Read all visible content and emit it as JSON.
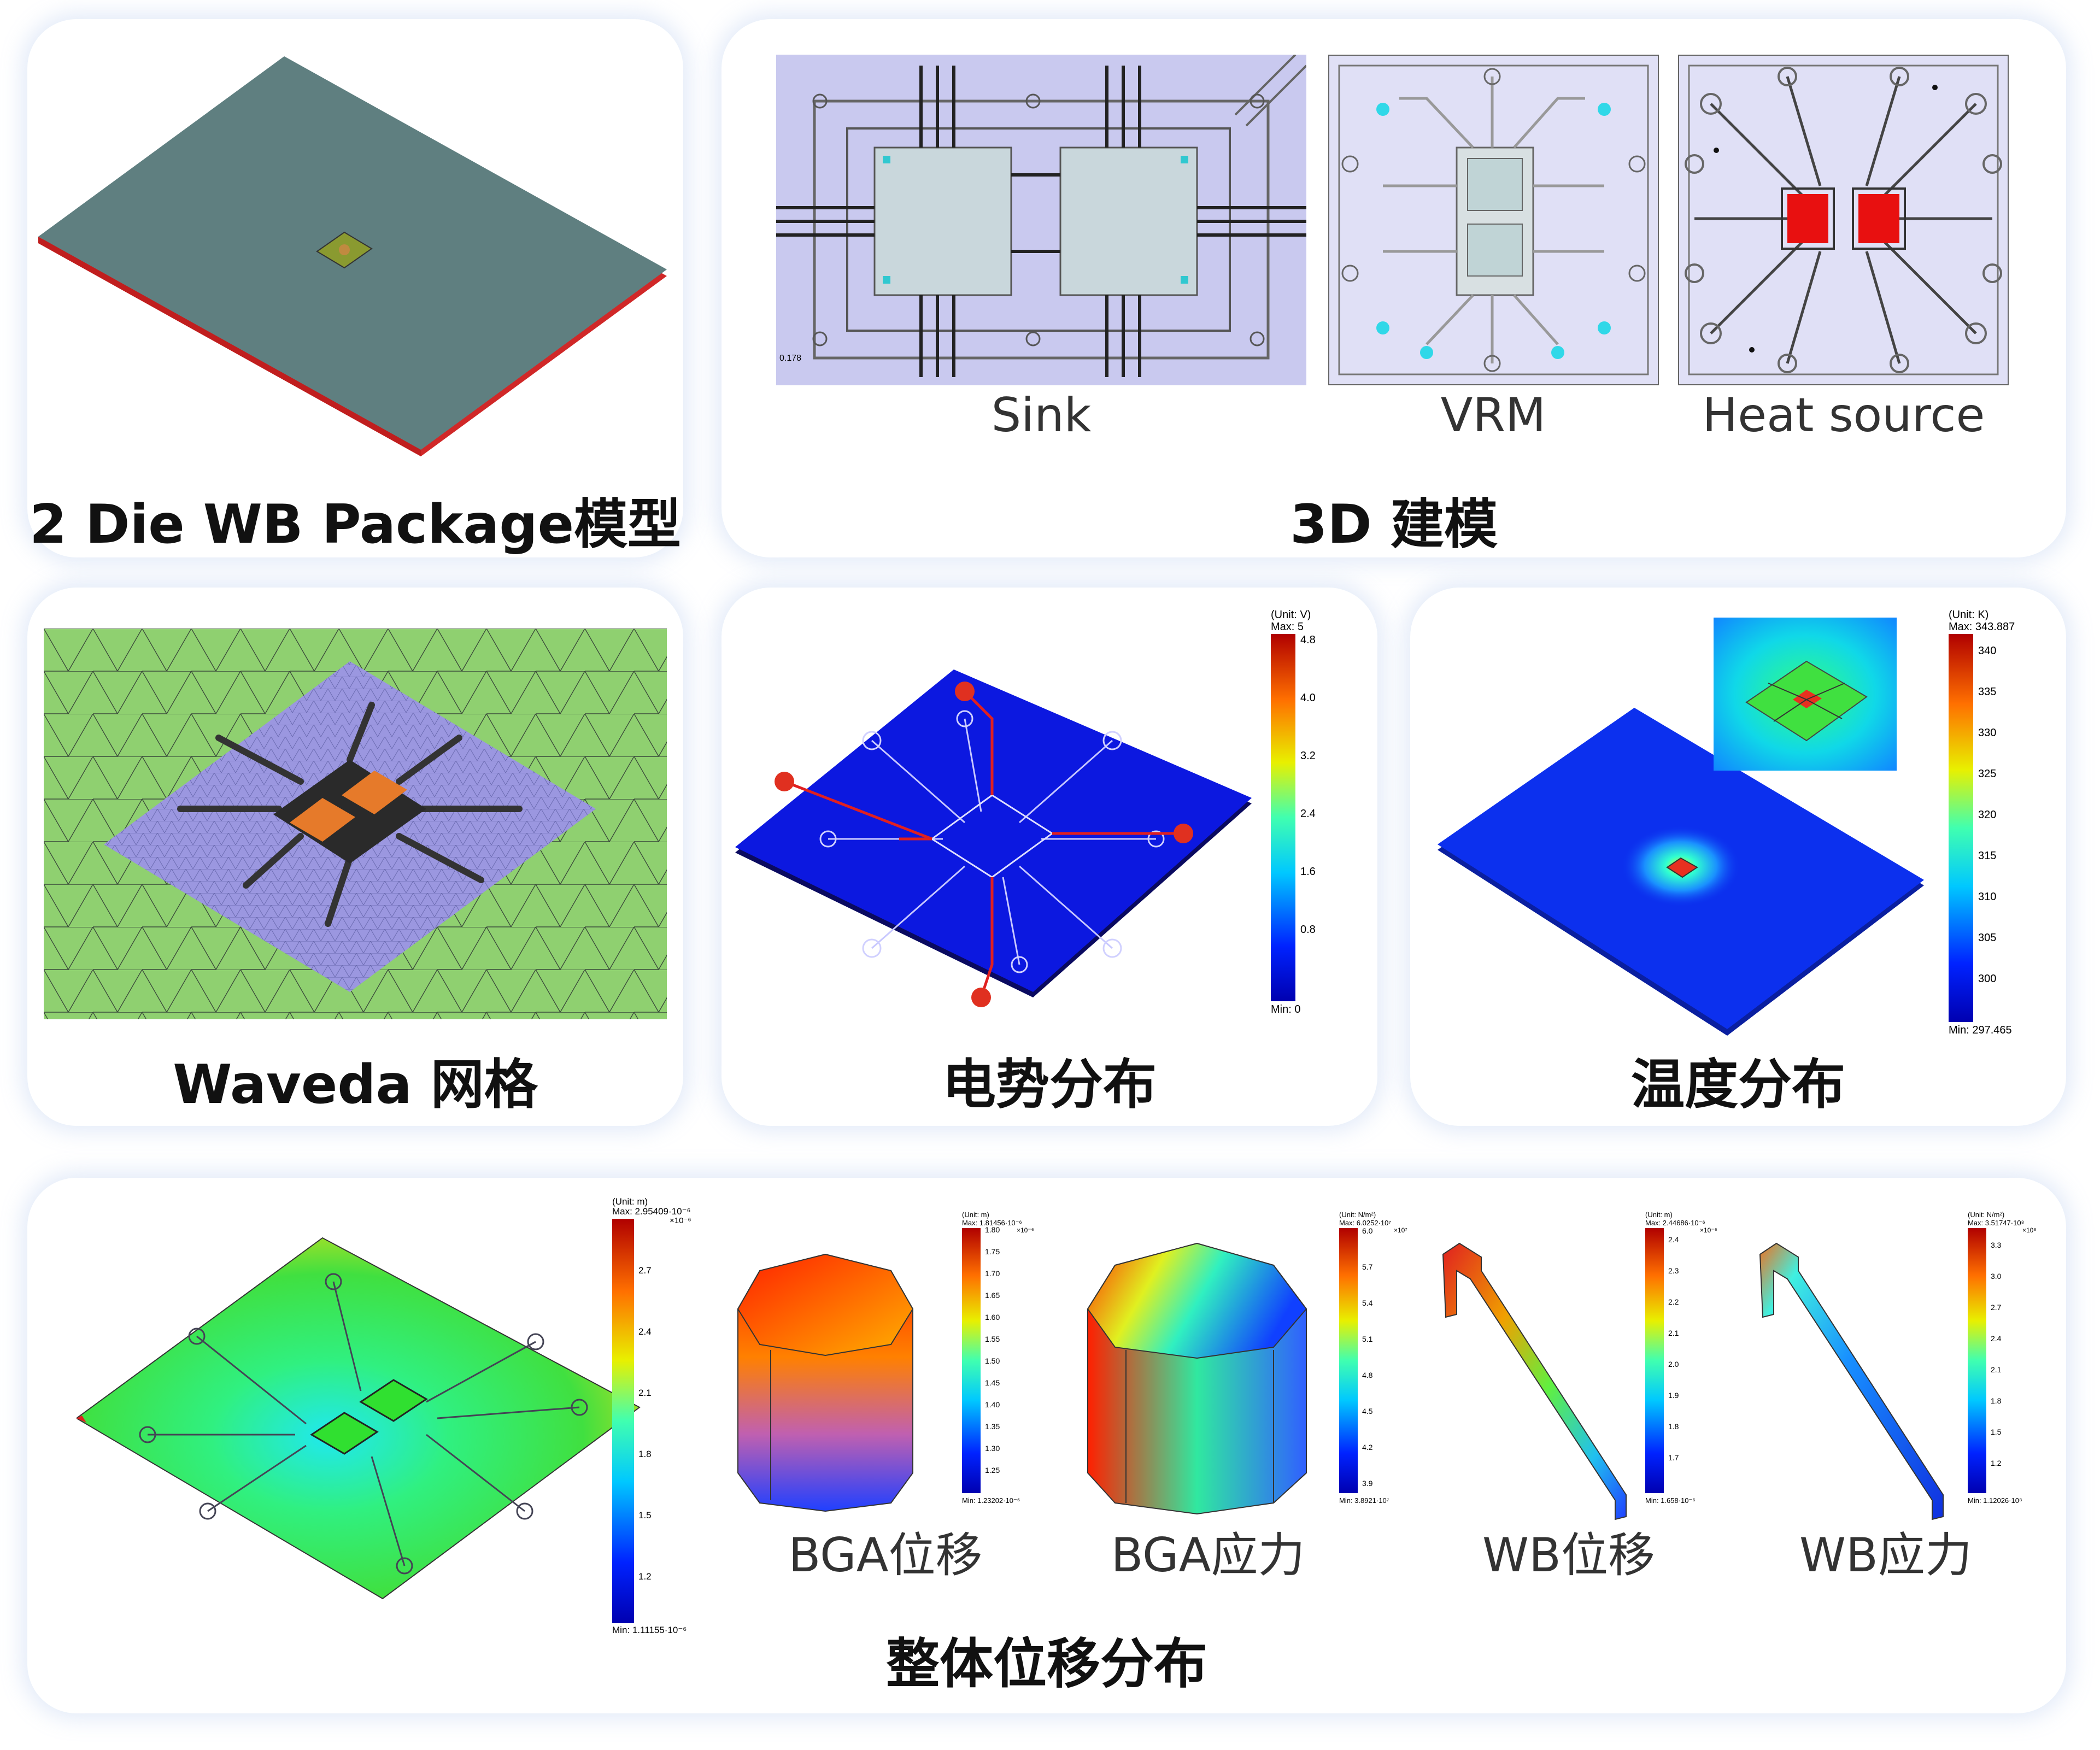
{
  "panels": {
    "package_model": {
      "title": "2 Die WB Package模型"
    },
    "modeling_3d": {
      "title": "3D 建模",
      "captions": [
        "Sink",
        "VRM",
        "Heat source"
      ],
      "sink_tick": "0.178"
    },
    "mesh": {
      "title": "Waveda 网格"
    },
    "potential": {
      "title": "电势分布",
      "legend": {
        "unit": "(Unit: V)",
        "max": "Max: 5",
        "min": "Min: 0",
        "ticks": [
          "4.8",
          "4.0",
          "3.2",
          "2.4",
          "1.6",
          "0.8"
        ]
      }
    },
    "temperature": {
      "title": "温度分布",
      "legend": {
        "unit": "(Unit: K)",
        "max": "Max: 343.887",
        "min": "Min: 297.465",
        "ticks": [
          "340",
          "335",
          "330",
          "325",
          "320",
          "315",
          "310",
          "305",
          "300"
        ]
      }
    },
    "displacement": {
      "title": "整体位移分布",
      "captions": [
        "BGA位移",
        "BGA应力",
        "WB位移",
        "WB应力"
      ],
      "legend_main": {
        "unit": "(Unit: m)",
        "max": "Max: 2.95409·10⁻⁶",
        "exp": "×10⁻⁶",
        "min": "Min: 1.11155·10⁻⁶",
        "ticks": [
          "2.7",
          "2.4",
          "2.1",
          "1.8",
          "1.5",
          "1.2"
        ]
      },
      "legend_bga_disp": {
        "unit": "(Unit: m)",
        "max": "Max: 1.81456·10⁻⁶",
        "exp": "×10⁻⁶",
        "min": "Min: 1.23202·10⁻⁶",
        "ticks": [
          "1.80",
          "1.75",
          "1.70",
          "1.65",
          "1.60",
          "1.55",
          "1.50",
          "1.45",
          "1.40",
          "1.35",
          "1.30",
          "1.25"
        ]
      },
      "legend_bga_stress": {
        "unit": "(Unit: N/m²)",
        "max": "Max: 6.0252·10⁷",
        "exp": "×10⁷",
        "min": "Min: 3.8921·10⁷",
        "ticks": [
          "6.0",
          "5.7",
          "5.4",
          "5.1",
          "4.8",
          "4.5",
          "4.2",
          "3.9"
        ]
      },
      "legend_wb_disp": {
        "unit": "(Unit: m)",
        "max": "Max: 2.44686·10⁻⁶",
        "exp": "×10⁻⁶",
        "min": "Min: 1.658·10⁻⁶",
        "ticks": [
          "2.4",
          "2.3",
          "2.2",
          "2.1",
          "2.0",
          "1.9",
          "1.8",
          "1.7"
        ]
      },
      "legend_wb_stress": {
        "unit": "(Unit: N/m²)",
        "max": "Max: 3.51747·10⁸",
        "exp": "×10⁸",
        "min": "Min: 1.12026·10⁸",
        "ticks": [
          "3.3",
          "3.0",
          "2.7",
          "2.4",
          "2.1",
          "1.8",
          "1.5",
          "1.2"
        ]
      }
    }
  }
}
